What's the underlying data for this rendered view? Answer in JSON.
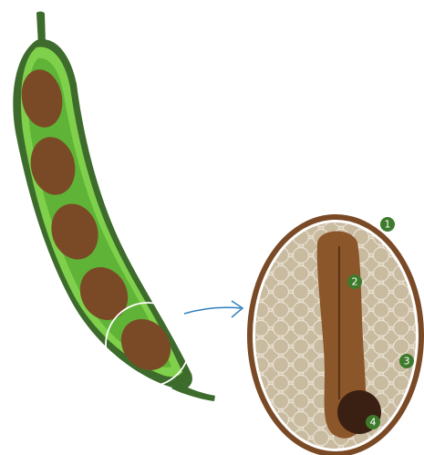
{
  "colors": {
    "pod_dark": "#3d6b2c",
    "pod_light": "#7fd04b",
    "pod_inner": "#5fb336",
    "seed": "#7a4a26",
    "coat": "#7a4a26",
    "cotyledon_fill": "#d8ccb5",
    "cell": "#cdbfa6",
    "embryo": "#8c562b",
    "radicle": "#3a2012",
    "badge": "#3d7a2c",
    "arrow": "#2f7fbf"
  },
  "labels": [
    {
      "id": "seed-coat",
      "number": "1"
    },
    {
      "id": "embryo-axis",
      "number": "2"
    },
    {
      "id": "cotyledon",
      "number": "3"
    },
    {
      "id": "radicle",
      "number": "4"
    }
  ],
  "pod": {
    "seed_count": 5
  },
  "icons": {
    "arrow": "curved-arrow-icon"
  }
}
